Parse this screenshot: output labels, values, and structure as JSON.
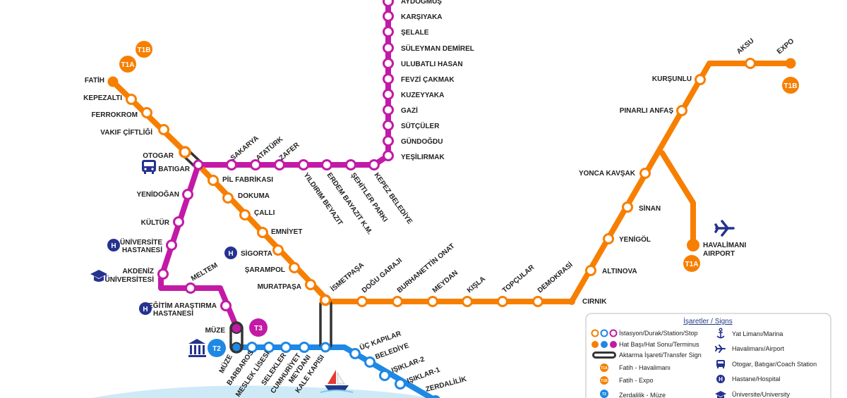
{
  "colors": {
    "orange": "#f77f00",
    "magenta": "#c21aa6",
    "blue": "#1e88e5",
    "navy": "#25328f",
    "sea": "#cfeaf7",
    "text": "#222222"
  },
  "badges": {
    "t1a": "T1A",
    "t1b": "T1B",
    "t2": "T2",
    "t3": "T3"
  },
  "stations": {
    "aydogmus": "AYDOĞMUŞ",
    "karsiyaka": "KARŞIYAKA",
    "selale": "ŞELALE",
    "suleyman_demirel": "SÜLEYMAN DEMİREL",
    "ulubatli_hasan": "ULUBATLI HASAN",
    "fevzi_cakmak": "FEVZİ ÇAKMAK",
    "kuzeyyaka": "KUZEYYAKA",
    "gazi": "GAZİ",
    "sutculer": "SÜTÇÜLER",
    "gundogdu": "GÜNDOĞDU",
    "yesilirmak": "YEŞİLIRMAK",
    "fatih": "FATİH",
    "kepezalti": "KEPEZALTI",
    "ferrokrom": "FERROKROM",
    "vakif_ciftligi": "VAKIF ÇİFTLİĞİ",
    "otogar": "OTOGAR",
    "batigar": "BATIGAR",
    "sakarya": "SAKARYA",
    "ataturk": "ATATÜRK",
    "zafer": "ZAFER",
    "yildirim_beyazit": "YILDIRIM BEYAZIT",
    "erdem_bayazit": "ERDEM BAYAZIT K.M.",
    "sehitler_parki": "ŞEHİTLER PARKI",
    "kepez_belediye": "KEPEZ BELEDİYE",
    "pil_fabrikasi": "PİL FABRİKASI",
    "dokuma": "DOKUMA",
    "calli": "ÇALLI",
    "emniyet": "EMNİYET",
    "sigorta": "SİGORTA",
    "sarampol": "ŞARAMPOL",
    "muratpasa": "MURATPAŞA",
    "ismetpasa": "İSMETPAŞA",
    "dogu_garaji": "DOĞU GARAJI",
    "burhanettin_onat": "BURHANETTİN ONAT",
    "meydan": "MEYDAN",
    "kisla": "KIŞLA",
    "topcular": "TOPÇULAR",
    "demokrasi": "DEMOKRASİ",
    "cirnik": "CIRNIK",
    "altinova": "ALTINOVA",
    "yenigol": "YENİGÖL",
    "sinan": "SİNAN",
    "yonca_kavsak": "YONCA KAVŞAK",
    "pinarli_anfas": "PINARLI ANFAŞ",
    "kursunlu": "KURŞUNLU",
    "aksu": "AKSU",
    "expo": "EXPO",
    "havalimani": "HAVALİMANI",
    "airport": "AIRPORT",
    "yenidogan": "YENİDOĞAN",
    "kultur": "KÜLTÜR",
    "universite1": "ÜNİVERSİTE",
    "universite2": "HASTANESİ",
    "akdeniz1": "AKDENİZ",
    "akdeniz2": "ÜNİVERSİTESİ",
    "meltem": "MELTEM",
    "egitim1": "EĞİTİM ARAŞTIRMA",
    "egitim2": "HASTANESİ",
    "muze_label": "MÜZE",
    "muze": "MÜZE",
    "barbaros": "BARBAROS",
    "meslek_lisesi": "MESLEK LİSESİ",
    "selekler": "SELEKLER",
    "cumhuriyet1": "CUMHURİYET",
    "cumhuriyet2": "MEYDANI",
    "kale_kapisi": "KALE KAPISI",
    "uc_kapilar": "ÜÇ KAPILAR",
    "belediye": "BELEDİYE",
    "isiklar2": "IŞIKLAR-2",
    "isiklar1": "IŞIKLAR-1",
    "zerdalilik": "ZERDALİLİK"
  },
  "legend": {
    "title": "İşaretler / Signs",
    "station": "İstasyon/Durak/Station/Stop",
    "terminus": "Hat Başı/Hat Sonu/Terminus",
    "transfer": "Aktarma İşareti/Transfer Sign",
    "t1a": "Fatih - Havalimanı",
    "t1b": "Fatih - Expo",
    "t2": "Zerdalilik - Müze",
    "marina": "Yat Limanı/Marina",
    "airport": "Havalimanı/Airport",
    "coach": "Otogar, Batıgar/Coach Station",
    "hospital": "Hastane/Hospital",
    "university": "Üniversite/University",
    "badge_t1a": "T1A",
    "badge_t1b": "T1B",
    "badge_t2": "T2"
  },
  "icons": {
    "bus": "bus-icon",
    "hospital": "hospital-icon",
    "university": "graduation-cap-icon",
    "museum": "museum-icon",
    "airplane": "airplane-icon",
    "boat": "sailboat-icon",
    "anchor": "anchor-icon",
    "hospital_letter": "H"
  }
}
